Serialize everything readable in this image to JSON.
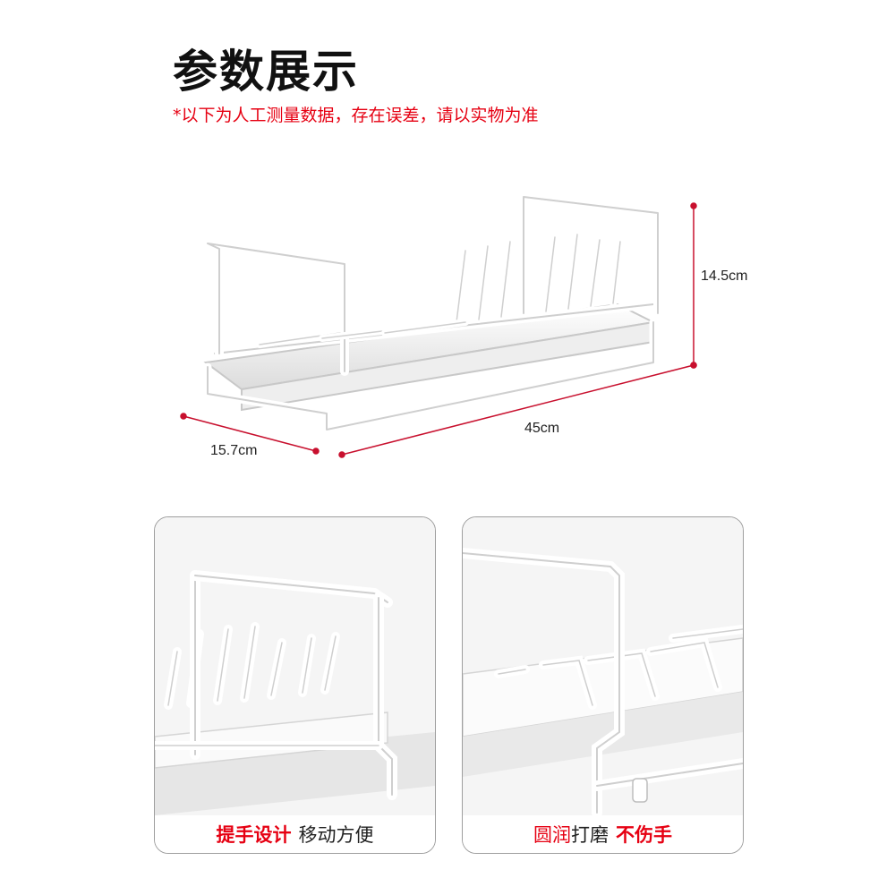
{
  "header": {
    "title": "参数展示",
    "subtitle": "*以下为人工测量数据，存在误差，请以实物为准"
  },
  "dimensions": {
    "height": "14.5cm",
    "length": "45cm",
    "width": "15.7cm"
  },
  "features": [
    {
      "highlight": "提手设计",
      "rest": "移动方便"
    },
    {
      "highlight_a": "圆润",
      "normal": "打磨",
      "highlight_b": "不伤手"
    }
  ],
  "colors": {
    "accent_red": "#e60012",
    "dimension_line": "#c8102e",
    "panel_border": "#9e9e9e"
  }
}
